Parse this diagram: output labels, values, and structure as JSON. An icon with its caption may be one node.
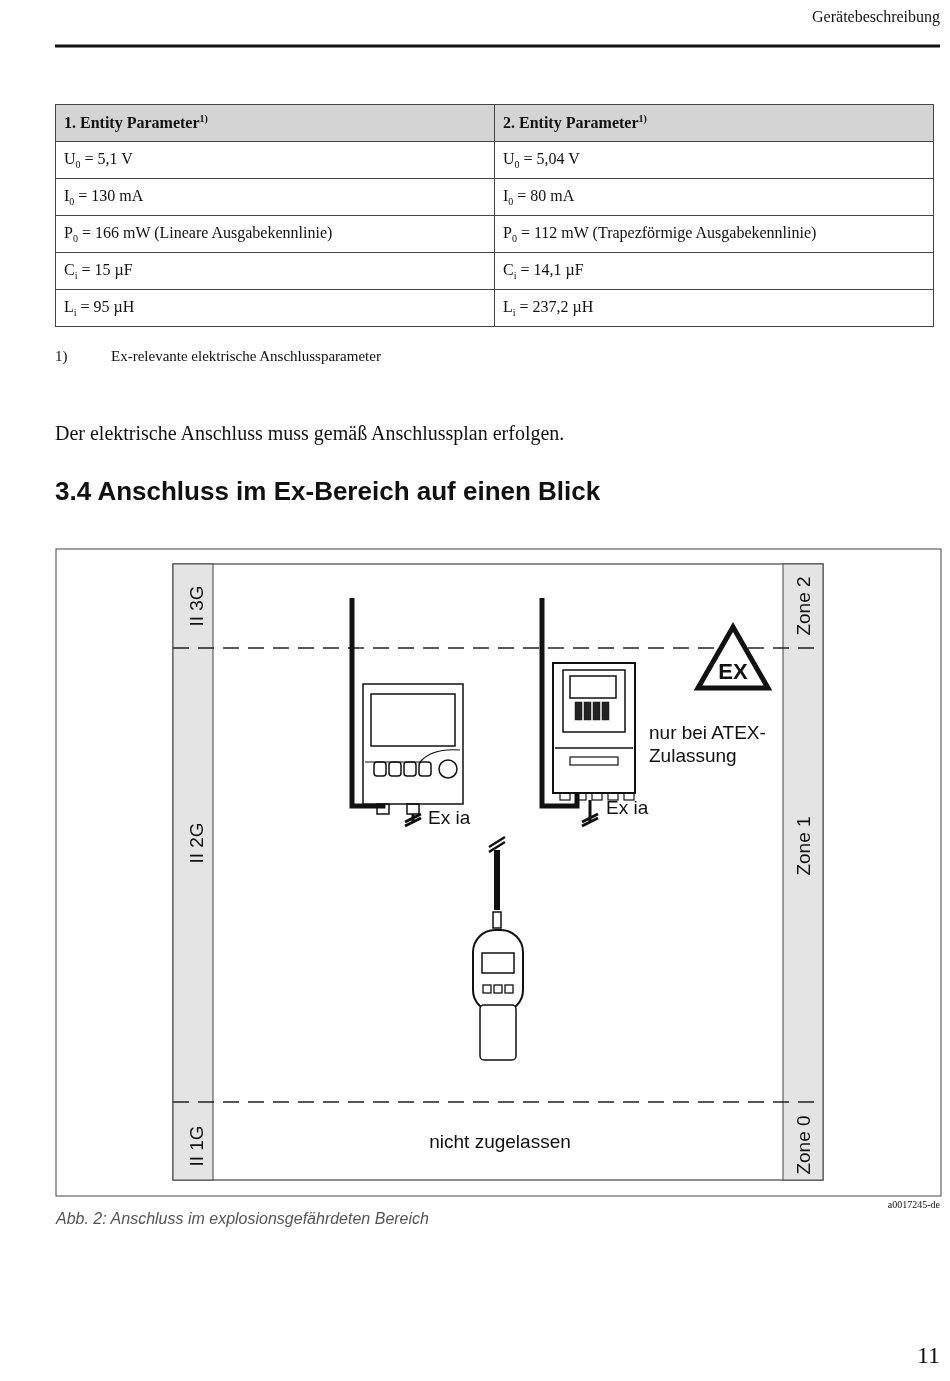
{
  "diagram": {
    "title": "3.4 Anschluss im Ex-Bereich auf einen Blick",
    "caption": "Abb. 2: Anschluss im explosionsgefährdeten Bereich",
    "labels": [
      "Gerätebeschreibung",
      "1. Entity Parameter$^{1)}$",
      "2. Entity Parameter$^{1)}$",
      "U$_{0}$ = 5,1 V",
      "U$_{0}$ = 5,04 V",
      "I$_{0}$ = 130 mA",
      "I$_{0}$ = 80 mA",
      "P$_{0}$ = 166 mW (Lineare Ausgabekennlinie)",
      "P$_{0}$ = 112 mW (Trapezförmige Ausgabekennlinie)",
      "C$_{i}$ = 15 µF",
      "C$_{i}$ = 14,1 µF",
      "L$_{i}$ = 95 µH",
      "L$_{i}$ = 237,2 µH",
      "1)",
      "Ex-relevante elektrische Anschlussparameter",
      "Der elektrische Anschluss muss gemäß Anschlussplan erfolgen.",
      "II 3G",
      "Zone 2",
      "EX",
      "nur bei ATEX-Zulassung",
      "Ex ia",
      "Ex ia",
      "II 2G",
      "Zone 1",
      "II 1G",
      "nicht zugelassen",
      "Zone 0",
      "a0017245-de",
      "11"
    ]
  }
}
